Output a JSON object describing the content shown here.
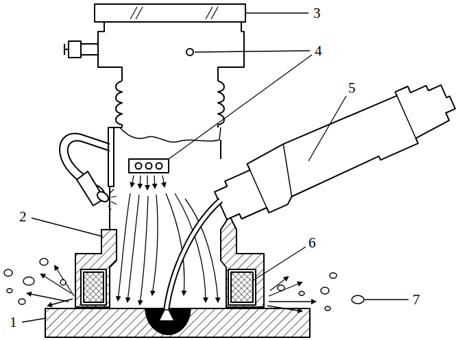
{
  "diagram": {
    "labels": [
      "3",
      "4",
      "5",
      "2",
      "6",
      "7",
      "1"
    ]
  }
}
